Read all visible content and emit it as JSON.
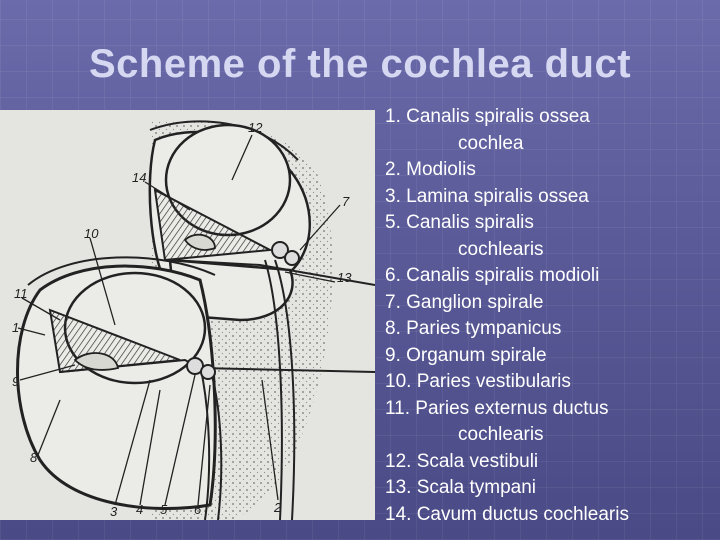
{
  "title": "Scheme of the cochlea duct",
  "figure": {
    "labels": [
      "12",
      "14",
      "7",
      "10",
      "13",
      "11",
      "1",
      "9",
      "8",
      "3",
      "4",
      "5",
      "6",
      "2"
    ]
  },
  "legend": [
    {
      "text": "1. Canalis spiralis ossea",
      "indent": false
    },
    {
      "text": "cochlea",
      "indent": true
    },
    {
      "text": "2. Modiolis",
      "indent": false
    },
    {
      "text": "3. Lamina spiralis ossea",
      "indent": false
    },
    {
      "text": "5. Canalis spiralis",
      "indent": false
    },
    {
      "text": "cochlearis",
      "indent": true
    },
    {
      "text": "6. Canalis spiralis modioli",
      "indent": false
    },
    {
      "text": "7. Ganglion spirale",
      "indent": false
    },
    {
      "text": "8. Paries tympanicus",
      "indent": false
    },
    {
      "text": "9. Organum spirale",
      "indent": false
    },
    {
      "text": "10. Paries vestibularis",
      "indent": false
    },
    {
      "text": "11. Paries externus ductus",
      "indent": false
    },
    {
      "text": "cochlearis",
      "indent": true
    },
    {
      "text": "12. Scala vestibuli",
      "indent": false
    },
    {
      "text": "13. Scala tympani",
      "indent": false
    },
    {
      "text": "14. Cavum ductus cochlearis",
      "indent": false
    }
  ]
}
